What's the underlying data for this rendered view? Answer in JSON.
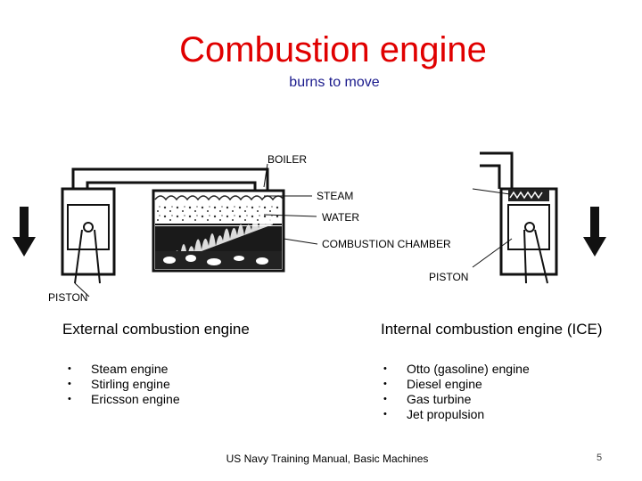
{
  "title": "Combustion engine",
  "subtitle": "burns to move",
  "diagram_labels": {
    "boiler": "BOILER",
    "steam": "STEAM",
    "water": "WATER",
    "combustion_chamber": "COMBUSTION CHAMBER",
    "piston_right": "PISTON",
    "piston_left": "PISTON"
  },
  "columns": {
    "external": {
      "heading": "External combustion engine",
      "items": [
        "Steam engine",
        "Stirling engine",
        "Ericsson engine"
      ]
    },
    "internal": {
      "heading": "Internal combustion engine (ICE)",
      "items": [
        "Otto (gasoline) engine",
        "Diesel engine",
        "Gas turbine",
        "Jet propulsion"
      ]
    }
  },
  "source": "US Navy Training Manual, Basic Machines",
  "page_number": "5"
}
